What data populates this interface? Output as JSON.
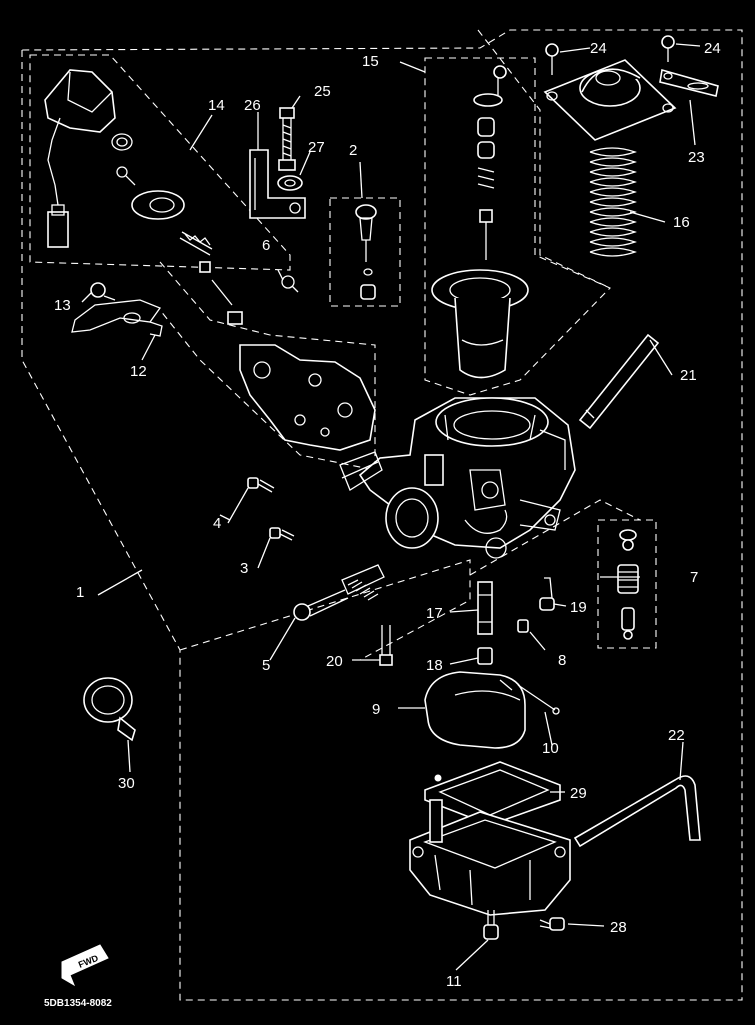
{
  "diagram": {
    "drawing_code": "5DB1354-8082",
    "fwd_label": "FWD",
    "callouts": {
      "c1": "1",
      "c2": "2",
      "c3": "3",
      "c4": "4",
      "c5": "5",
      "c6": "6",
      "c7": "7",
      "c8": "8",
      "c9": "9",
      "c10": "10",
      "c11": "11",
      "c12": "12",
      "c13": "13",
      "c14": "14",
      "c15": "15",
      "c16": "16",
      "c17": "17",
      "c18": "18",
      "c19": "19",
      "c20": "20",
      "c21": "21",
      "c22": "22",
      "c23": "23",
      "c24a": "24",
      "c24b": "24",
      "c25": "25",
      "c26": "26",
      "c27": "27",
      "c28": "28",
      "c29": "29",
      "c30": "30"
    }
  }
}
